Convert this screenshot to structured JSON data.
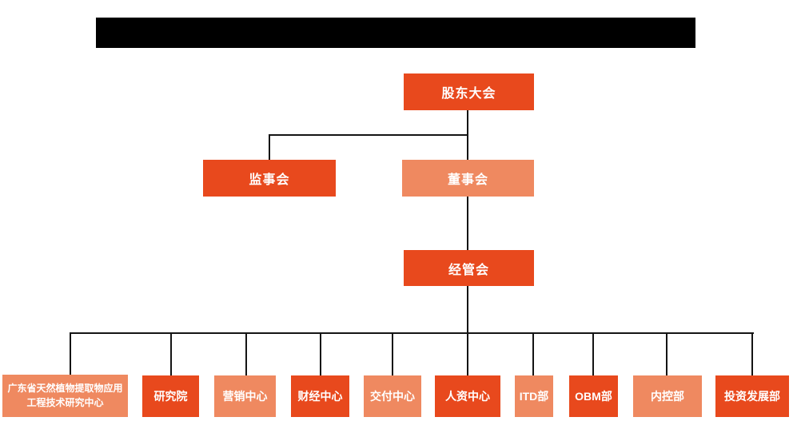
{
  "colors": {
    "node_primary": "#E8491D",
    "node_secondary": "#EF8960",
    "node_text": "#FFFFFF",
    "connector": "#141414",
    "title_bar": "#000000",
    "background": "#FFFFFF"
  },
  "org": {
    "root": {
      "label": "股东大会",
      "variant": "primary"
    },
    "level2": [
      {
        "label": "监事会",
        "variant": "primary"
      },
      {
        "label": "董事会",
        "variant": "secondary"
      }
    ],
    "level3": [
      {
        "label": "经管会",
        "variant": "primary"
      }
    ],
    "departments": [
      {
        "label": "广东省天然植物提取物应用工程技术研究中心",
        "variant": "secondary"
      },
      {
        "label": "研究院",
        "variant": "primary"
      },
      {
        "label": "营销中心",
        "variant": "secondary"
      },
      {
        "label": "财经中心",
        "variant": "primary"
      },
      {
        "label": "交付中心",
        "variant": "secondary"
      },
      {
        "label": "人资中心",
        "variant": "primary"
      },
      {
        "label": "ITD部",
        "variant": "secondary"
      },
      {
        "label": "OBM部",
        "variant": "primary"
      },
      {
        "label": "内控部",
        "variant": "secondary"
      },
      {
        "label": "投资发展部",
        "variant": "primary"
      }
    ],
    "edges": [
      "股东大会 -> 监事会",
      "股东大会 -> 董事会",
      "董事会 -> 经管会",
      "经管会 -> 广东省天然植物提取物应用工程技术研究中心",
      "经管会 -> 研究院",
      "经管会 -> 营销中心",
      "经管会 -> 财经中心",
      "经管会 -> 交付中心",
      "经管会 -> 人资中心",
      "经管会 -> ITD部",
      "经管会 -> OBM部",
      "经管会 -> 内控部",
      "经管会 -> 投资发展部"
    ]
  }
}
